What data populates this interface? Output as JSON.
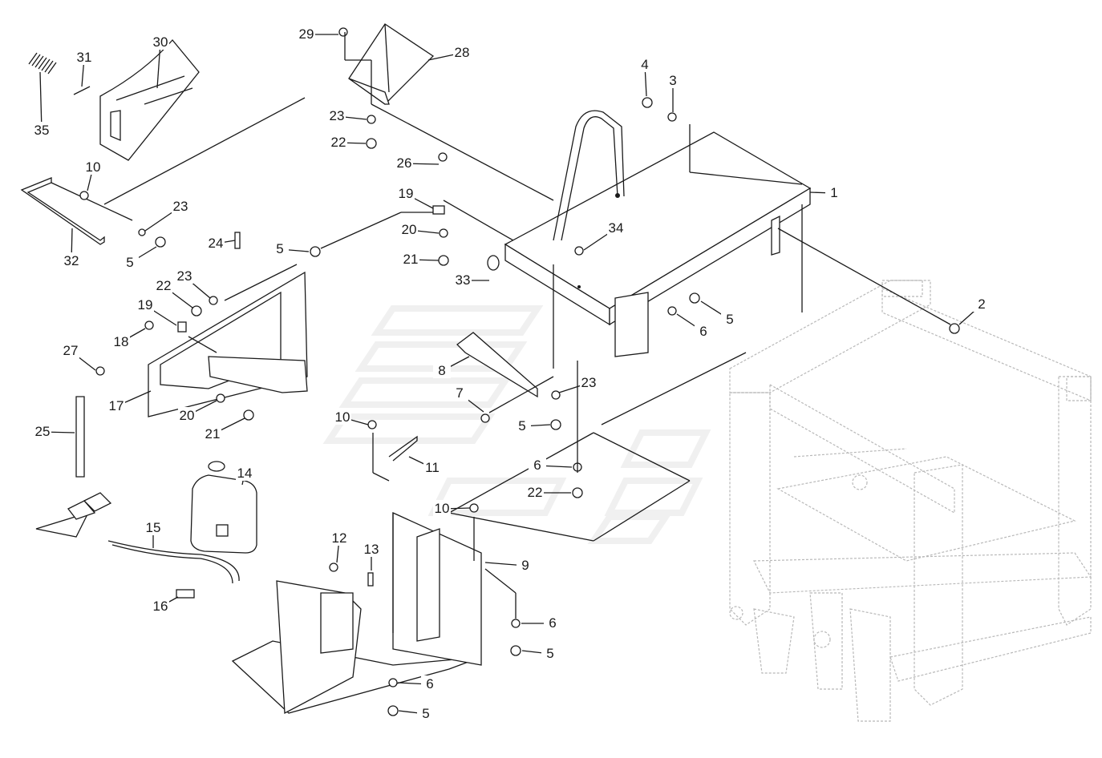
{
  "diagram": {
    "type": "exploded-parts-diagram",
    "labels": [
      {
        "id": "p1",
        "text": "1"
      },
      {
        "id": "p2",
        "text": "2"
      },
      {
        "id": "p3",
        "text": "3"
      },
      {
        "id": "p4",
        "text": "4"
      },
      {
        "id": "p5a",
        "text": "5"
      },
      {
        "id": "p5b",
        "text": "5"
      },
      {
        "id": "p5c",
        "text": "5"
      },
      {
        "id": "p5d",
        "text": "5"
      },
      {
        "id": "p5e",
        "text": "5"
      },
      {
        "id": "p5f",
        "text": "5"
      },
      {
        "id": "p6a",
        "text": "6"
      },
      {
        "id": "p6b",
        "text": "6"
      },
      {
        "id": "p6c",
        "text": "6"
      },
      {
        "id": "p6d",
        "text": "6"
      },
      {
        "id": "p7",
        "text": "7"
      },
      {
        "id": "p8",
        "text": "8"
      },
      {
        "id": "p9",
        "text": "9"
      },
      {
        "id": "p10a",
        "text": "10"
      },
      {
        "id": "p10b",
        "text": "10"
      },
      {
        "id": "p10c",
        "text": "10"
      },
      {
        "id": "p11",
        "text": "11"
      },
      {
        "id": "p12",
        "text": "12"
      },
      {
        "id": "p13",
        "text": "13"
      },
      {
        "id": "p14",
        "text": "14"
      },
      {
        "id": "p15",
        "text": "15"
      },
      {
        "id": "p16",
        "text": "16"
      },
      {
        "id": "p17",
        "text": "17"
      },
      {
        "id": "p18",
        "text": "18"
      },
      {
        "id": "p19a",
        "text": "19"
      },
      {
        "id": "p19b",
        "text": "19"
      },
      {
        "id": "p20a",
        "text": "20"
      },
      {
        "id": "p20b",
        "text": "20"
      },
      {
        "id": "p21a",
        "text": "21"
      },
      {
        "id": "p21b",
        "text": "21"
      },
      {
        "id": "p22a",
        "text": "22"
      },
      {
        "id": "p22b",
        "text": "22"
      },
      {
        "id": "p22c",
        "text": "22"
      },
      {
        "id": "p23a",
        "text": "23"
      },
      {
        "id": "p23b",
        "text": "23"
      },
      {
        "id": "p23c",
        "text": "23"
      },
      {
        "id": "p23d",
        "text": "23"
      },
      {
        "id": "p24",
        "text": "24"
      },
      {
        "id": "p25",
        "text": "25"
      },
      {
        "id": "p26",
        "text": "26"
      },
      {
        "id": "p27",
        "text": "27"
      },
      {
        "id": "p28",
        "text": "28"
      },
      {
        "id": "p29",
        "text": "29"
      },
      {
        "id": "p30",
        "text": "30"
      },
      {
        "id": "p31",
        "text": "31"
      },
      {
        "id": "p32",
        "text": "32"
      },
      {
        "id": "p33",
        "text": "33"
      },
      {
        "id": "p34",
        "text": "34"
      },
      {
        "id": "p35",
        "text": "35"
      }
    ]
  }
}
